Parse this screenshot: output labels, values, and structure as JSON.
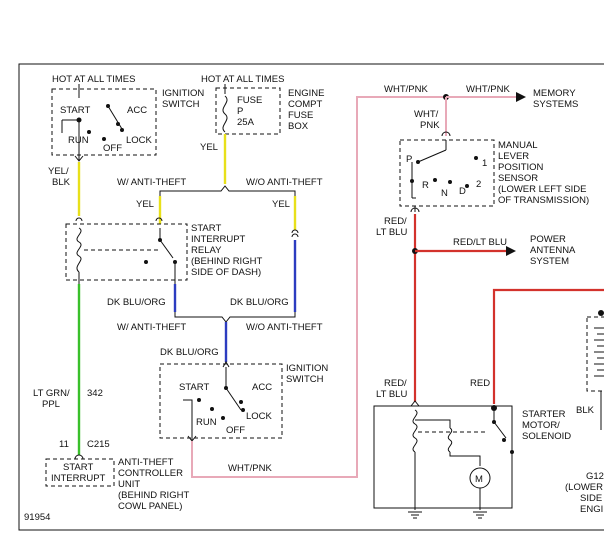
{
  "labels": {
    "hot_left": "HOT AT ALL TIMES",
    "ign_sw_1": "IGNITION",
    "ign_sw_2": "SWITCH",
    "start": "START",
    "acc": "ACC",
    "run": "RUN",
    "off": "OFF",
    "lock": "LOCK",
    "hot_mid": "HOT AT ALL TIMES",
    "fuse": "FUSE",
    "fuse_p": "P",
    "fuse_amp": "25A",
    "box_1": "ENGINE",
    "box_2": "COMPT",
    "box_3": "FUSE",
    "box_4": "BOX",
    "yel": "YEL",
    "yel_blk_1": "YEL/",
    "yel_blk_2": "BLK",
    "w_anti": "W/ ANTI-THEFT",
    "wo_anti": "W/O ANTI-THEFT",
    "yel_a": "YEL",
    "yel_b": "YEL",
    "relay_1": "START",
    "relay_2": "INTERRUPT",
    "relay_3": "RELAY",
    "relay_4": "(BEHIND RIGHT",
    "relay_5": "SIDE OF DASH)",
    "dk_blu_a": "DK BLU/ORG",
    "dk_blu_b": "DK BLU/ORG",
    "w_anti_2": "W/ ANTI-THEFT",
    "wo_anti_2": "W/O ANTI-THEFT",
    "dk_blu_c": "DK BLU/ORG",
    "ign2_1": "IGNITION",
    "ign2_2": "SWITCH",
    "start2": "START",
    "acc2": "ACC",
    "run2": "RUN",
    "off2": "OFF",
    "lock2": "LOCK",
    "lt_grn_1": "LT GRN/",
    "lt_grn_2": "PPL",
    "circuit": "342",
    "pin": "11",
    "conn": "C215",
    "start_int_1": "START",
    "start_int_2": "INTERRUPT",
    "atc_1": "ANTI-THEFT",
    "atc_2": "CONTROLLER",
    "atc_3": "UNIT",
    "atc_4": "(BEHIND RIGHT",
    "atc_5": "COWL PANEL)",
    "wht_pnk_bottom": "WHT/PNK",
    "fig_num": "91954",
    "wht_pnk_top": "WHT/PNK",
    "wht_pnk_right": "WHT/PNK",
    "memory_1": "MEMORY",
    "memory_2": "SYSTEMS",
    "wht_pnk_v1": "WHT/",
    "wht_pnk_v2": "PNK",
    "mlps_1": "MANUAL",
    "mlps_2": "LEVER",
    "mlps_3": "POSITION",
    "mlps_4": "SENSOR",
    "mlps_5": "(LOWER LEFT SIDE",
    "mlps_6": "OF TRANSMISSION)",
    "gear_p": "P",
    "gear_1": "1",
    "gear_r": "R",
    "gear_n": "N",
    "gear_d": "D",
    "gear_2": "2",
    "red_lt_blu_1": "RED/",
    "red_lt_blu_2": "LT BLU",
    "red_lt_blu_h": "RED/LT BLU",
    "antenna_1": "POWER",
    "antenna_2": "ANTENNA",
    "antenna_3": "SYSTEM",
    "red_lt_blu_b1": "RED/",
    "red_lt_blu_b2": "LT BLU",
    "red": "RED",
    "starter_1": "STARTER",
    "starter_2": "MOTOR/",
    "starter_3": "SOLENOID",
    "motor": "M",
    "blk": "BLK",
    "g_1": "G12",
    "g_2": "(LOWER",
    "g_3": "SIDE",
    "g_4": "ENGI"
  }
}
